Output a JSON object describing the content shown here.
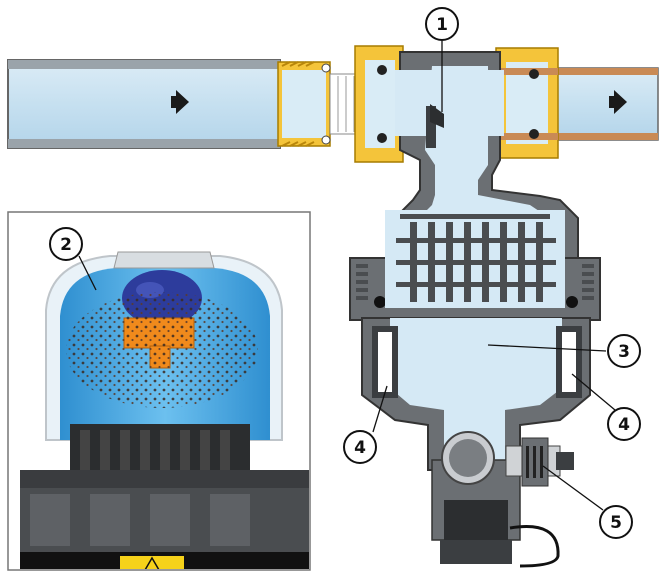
{
  "callouts": [
    {
      "id": "1",
      "label": "1"
    },
    {
      "id": "2",
      "label": "2"
    },
    {
      "id": "3",
      "label": "3"
    },
    {
      "id": "4a",
      "label": "4"
    },
    {
      "id": "4b",
      "label": "4"
    },
    {
      "id": "5",
      "label": "5"
    }
  ],
  "colors": {
    "water": "#cfe6f3",
    "water_dark": "#a9d1e8",
    "body_gray": "#6b6f73",
    "body_dark": "#3c3f42",
    "brass": "#f4c43a",
    "brass_dark": "#b8860b",
    "copper": "#c98a55",
    "magnet_blue": "#2d3c9c",
    "orange": "#f08a1c",
    "tank_blue": "#4ea9dd"
  },
  "icons": {
    "flow_in": "arrow-right-icon",
    "flow_out": "arrow-right-icon",
    "warning": "warning-triangle-icon"
  }
}
